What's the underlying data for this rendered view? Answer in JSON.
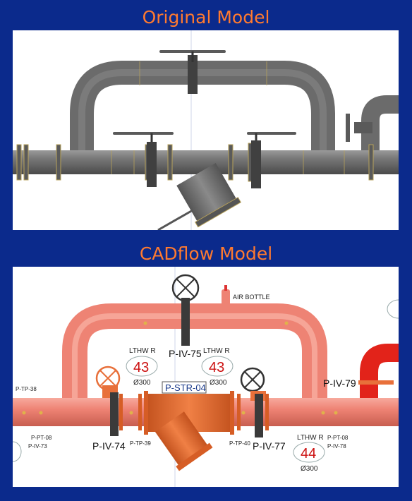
{
  "headings": {
    "original": "Original Model",
    "cadflow": "CADflow Model"
  },
  "colors": {
    "background": "#0b2a8c",
    "heading": "#ff7a2f",
    "pipe_grey": "#6b6b6b",
    "pipe_salmon": "#ee8374",
    "valve_orange": "#e8703a",
    "pipe_red": "#e2231a",
    "tag_red": "#cc1111"
  },
  "cadflow": {
    "air_bottle": "AIR BOTTLE",
    "strainer_tag": "P-STR-04",
    "valves": {
      "iv74": "P-IV-74",
      "iv75": "P-IV-75",
      "iv77": "P-IV-77",
      "iv79": "P-IV-79"
    },
    "test_points": {
      "tp38": "P-TP-38",
      "tp39": "P-TP-39",
      "tp40": "P-TP-40",
      "pt08_left": "P-PT-08",
      "iv73": "P-IV-73",
      "pt08_right": "P-PT-08",
      "iv78": "P-IV-78"
    },
    "pipe_tags": [
      {
        "service": "LTHW R",
        "number": "43",
        "size": "Ø300"
      },
      {
        "service": "LTHW R",
        "number": "43",
        "size": "Ø300"
      },
      {
        "service": "LTHW R",
        "number": "44",
        "size": "Ø300"
      }
    ]
  }
}
